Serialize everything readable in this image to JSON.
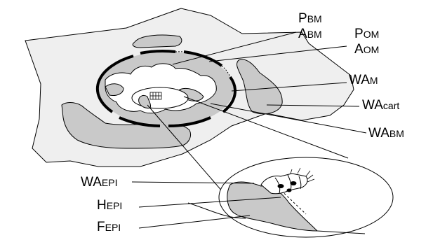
{
  "labels": {
    "pbm": {
      "prefix": "P",
      "suffix": "BM"
    },
    "abm": {
      "prefix": "A",
      "suffix": "BM"
    },
    "pom": {
      "prefix": "P",
      "suffix": "OM"
    },
    "aom": {
      "prefix": "A",
      "suffix": "OM"
    },
    "wam": {
      "prefix": "WA",
      "suffix": "M"
    },
    "wacart": {
      "prefix": "WA",
      "suffix": "cart"
    },
    "wabm": {
      "prefix": "WA",
      "suffix": "BM"
    },
    "waepi": {
      "prefix": "WA",
      "suffix": "EPI"
    },
    "hepi": {
      "prefix": "H",
      "suffix": "EPI"
    },
    "fepi": {
      "prefix": "F",
      "suffix": "EPI"
    }
  },
  "colors": {
    "outer_tissue": "#efefef",
    "gray_region": "#c9c9c9",
    "stroke": "#000000",
    "cavity": "#ffffff"
  }
}
